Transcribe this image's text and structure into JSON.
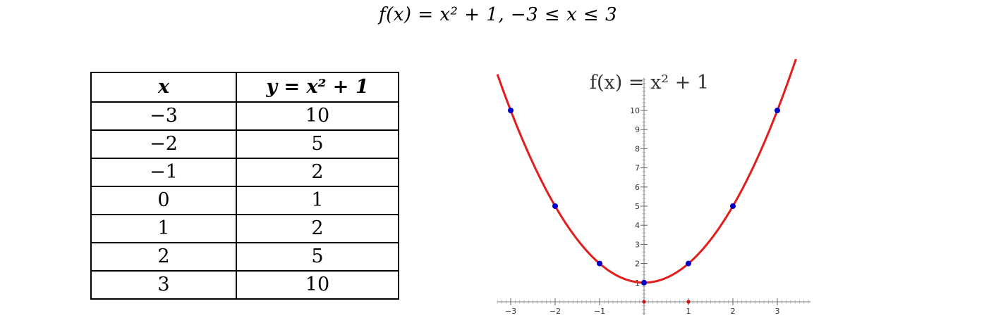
{
  "page": {
    "title": "f(x) = x² + 1, −3 ≤ x ≤ 3"
  },
  "table": {
    "header_x": "x",
    "header_y": "y = x² + 1",
    "rows": [
      {
        "x": "−3",
        "y": "10"
      },
      {
        "x": "−2",
        "y": "5"
      },
      {
        "x": "−1",
        "y": "2"
      },
      {
        "x": "0",
        "y": "1"
      },
      {
        "x": "1",
        "y": "2"
      },
      {
        "x": "2",
        "y": "5"
      },
      {
        "x": "3",
        "y": "10"
      }
    ]
  },
  "chart_data": {
    "type": "line",
    "title": "f(x) = x² + 1",
    "function": "x^2 + 1",
    "xlim": [
      -3.3,
      3.75
    ],
    "ylim": [
      -0.7,
      11.7
    ],
    "x_ticks": [
      -3,
      -2,
      -1,
      1,
      2,
      3
    ],
    "x_tick_labels": [
      "−3",
      "−2",
      "−1",
      "1",
      "2",
      "3"
    ],
    "y_ticks": [
      1,
      2,
      3,
      4,
      5,
      6,
      7,
      8,
      9,
      10
    ],
    "y_tick_labels": [
      "1",
      "2",
      "3",
      "4",
      "5",
      "6",
      "7",
      "8",
      "9",
      "10"
    ],
    "series": [
      {
        "x": [
          -3,
          -2,
          -1,
          0,
          1,
          2,
          3
        ],
        "y": [
          10,
          5,
          2,
          1,
          2,
          5,
          10
        ]
      }
    ],
    "curve_color": "#e31c1c",
    "point_color": "#0000cc",
    "axis_marker_color": "#cc1111",
    "axis_marker_points": [
      {
        "x": 0,
        "y": 0
      },
      {
        "x": 1,
        "y": 0
      }
    ],
    "grid": false
  }
}
